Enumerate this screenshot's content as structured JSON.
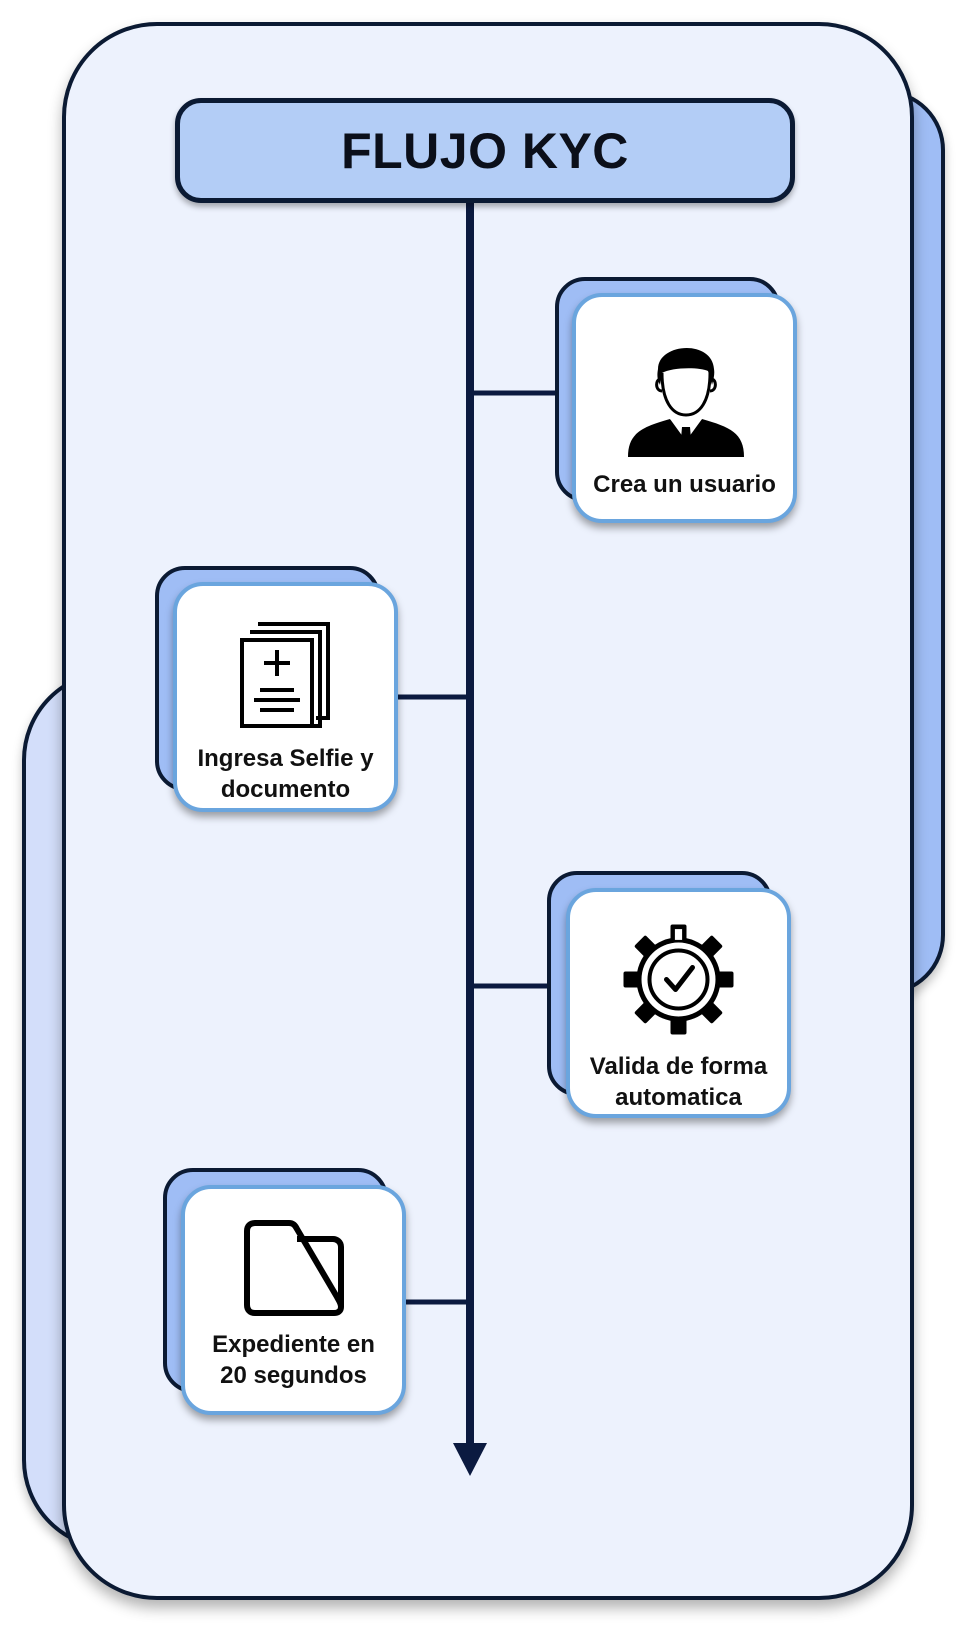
{
  "diagram": {
    "title": "FLUJO KYC",
    "steps": [
      {
        "label": "Crea un usuario",
        "icon": "user-businessman-icon"
      },
      {
        "label": "Ingresa Selfie y\ndocumento",
        "icon": "documents-icon"
      },
      {
        "label": "Valida de forma\nautomatica",
        "icon": "gear-check-icon"
      },
      {
        "label": "Expediente en\n20 segundos",
        "icon": "folder-icon"
      }
    ],
    "colors": {
      "outline": "#0b1a33",
      "panel_fill": "#edf2fd",
      "title_fill": "#b3cdf6",
      "card_back_fill": "#9fbdf5",
      "card_border": "#6aa5de",
      "card_fill": "#ffffff",
      "timeline": "#0b1a40"
    }
  }
}
